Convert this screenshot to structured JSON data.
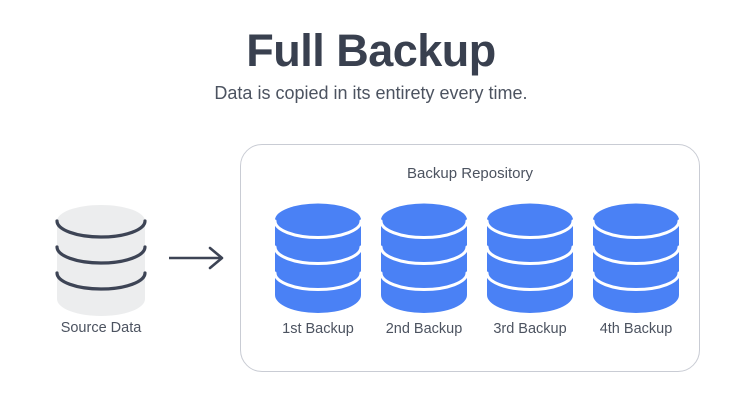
{
  "title": "Full Backup",
  "subtitle": "Data is copied in its entirety every time.",
  "source": {
    "label": "Source Data",
    "icon": "database-cylinder-icon",
    "fill": "#ecedee",
    "line": "#3d4455"
  },
  "arrow": {
    "icon": "arrow-right-icon",
    "color": "#3d4455"
  },
  "repository": {
    "title": "Backup Repository",
    "border_color": "#c9ccd4",
    "items": [
      {
        "label": "1st Backup",
        "icon": "database-cylinder-icon",
        "fill": "#4a81f5"
      },
      {
        "label": "2nd Backup",
        "icon": "database-cylinder-icon",
        "fill": "#4a81f5"
      },
      {
        "label": "3rd Backup",
        "icon": "database-cylinder-icon",
        "fill": "#4a81f5"
      },
      {
        "label": "4th Backup",
        "icon": "database-cylinder-icon",
        "fill": "#4a81f5"
      }
    ]
  },
  "colors": {
    "background": "#ffffff",
    "title": "#39404f",
    "text": "#4c5360",
    "accent_blue": "#4a81f5",
    "source_gray": "#ecedee",
    "dark_navy": "#3d4455"
  }
}
